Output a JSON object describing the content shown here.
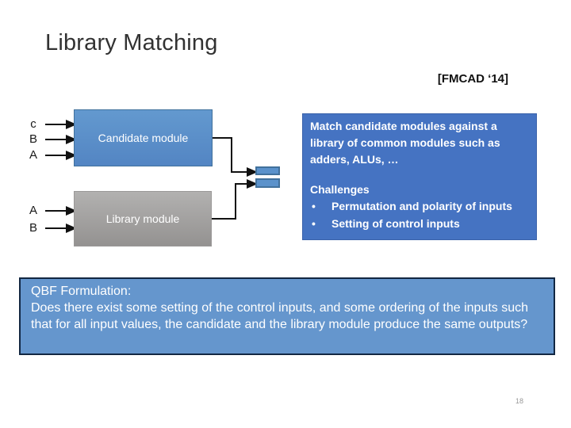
{
  "title": "Library Matching",
  "citation": "[FMCAD ‘14]",
  "page_number": "18",
  "colors": {
    "module_blue": "#5b92cb",
    "module_blue_border": "#41719c",
    "library_gray": "#a3a1a0",
    "info_panel_blue": "#4573c2",
    "qbf_fill_blue": "#6596cd",
    "qbf_border_navy": "#122742",
    "line_black": "#111111",
    "title_gray": "#323232"
  },
  "diagram": {
    "candidate_label": "Candidate module",
    "library_label": "Library module",
    "candidate_inputs": [
      "c",
      "B",
      "A"
    ],
    "library_inputs": [
      "A",
      "B"
    ]
  },
  "info_panel": {
    "match_text": "Match candidate modules against a library of common modules such as adders, ALUs, …",
    "challenges_title": "Challenges",
    "bullet_char": "•",
    "bullets": [
      "Permutation and polarity of inputs",
      "Setting of control inputs"
    ]
  },
  "qbf_panel": {
    "title": "QBF Formulation:",
    "body": "Does there exist some setting of the control inputs, and some ordering of the inputs such that for all input values, the candidate and the library module produce the same outputs?"
  }
}
